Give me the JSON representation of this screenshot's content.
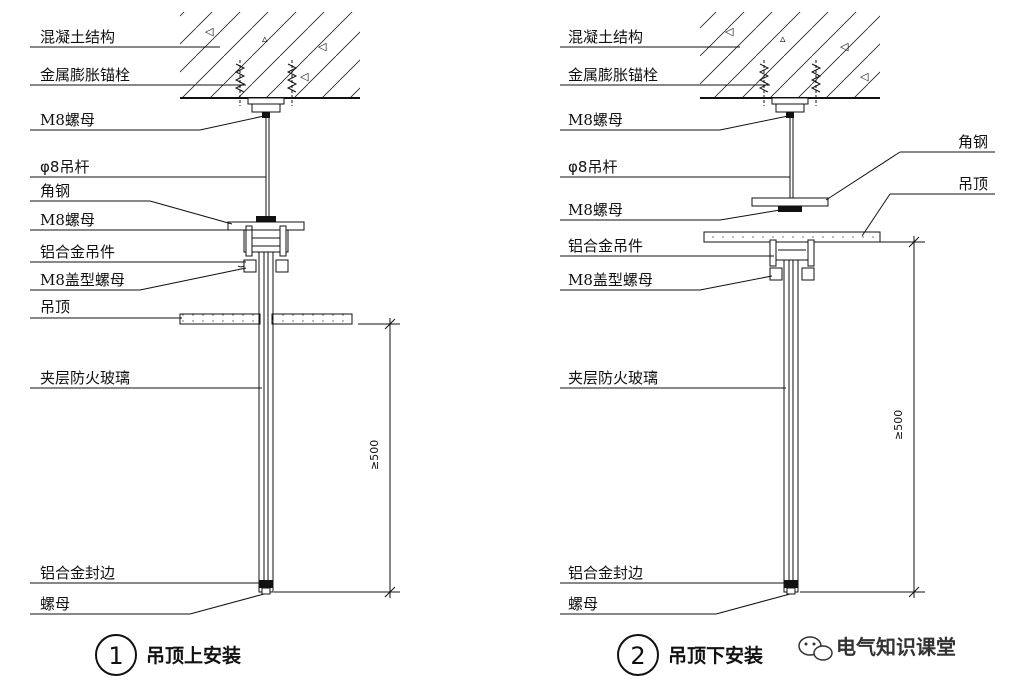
{
  "left": {
    "labels": {
      "concrete": "混凝土结构",
      "anchor": "金属膨胀锚栓",
      "nut_top": "M8螺母",
      "rod": "φ8吊杆",
      "angle": "角钢",
      "nut_mid": "M8螺母",
      "hanger": "铝合金吊件",
      "cap_nut": "M8盖型螺母",
      "ceiling": "吊顶",
      "glass": "夹层防火玻璃",
      "edge": "铝合金封边",
      "nut_bottom": "螺母"
    },
    "number": "1",
    "title": "吊顶上安装",
    "dimension": "≥500"
  },
  "right": {
    "labels": {
      "concrete": "混凝土结构",
      "anchor": "金属膨胀锚栓",
      "nut_top": "M8螺母",
      "rod": "φ8吊杆",
      "angle": "角钢",
      "ceiling": "吊顶",
      "nut_mid": "M8螺母",
      "hanger": "铝合金吊件",
      "cap_nut": "M8盖型螺母",
      "glass": "夹层防火玻璃",
      "edge": "铝合金封边",
      "nut_bottom": "螺母"
    },
    "number": "2",
    "title": "吊顶下安装",
    "dimension": "≥500"
  },
  "watermark": "电气知识课堂"
}
